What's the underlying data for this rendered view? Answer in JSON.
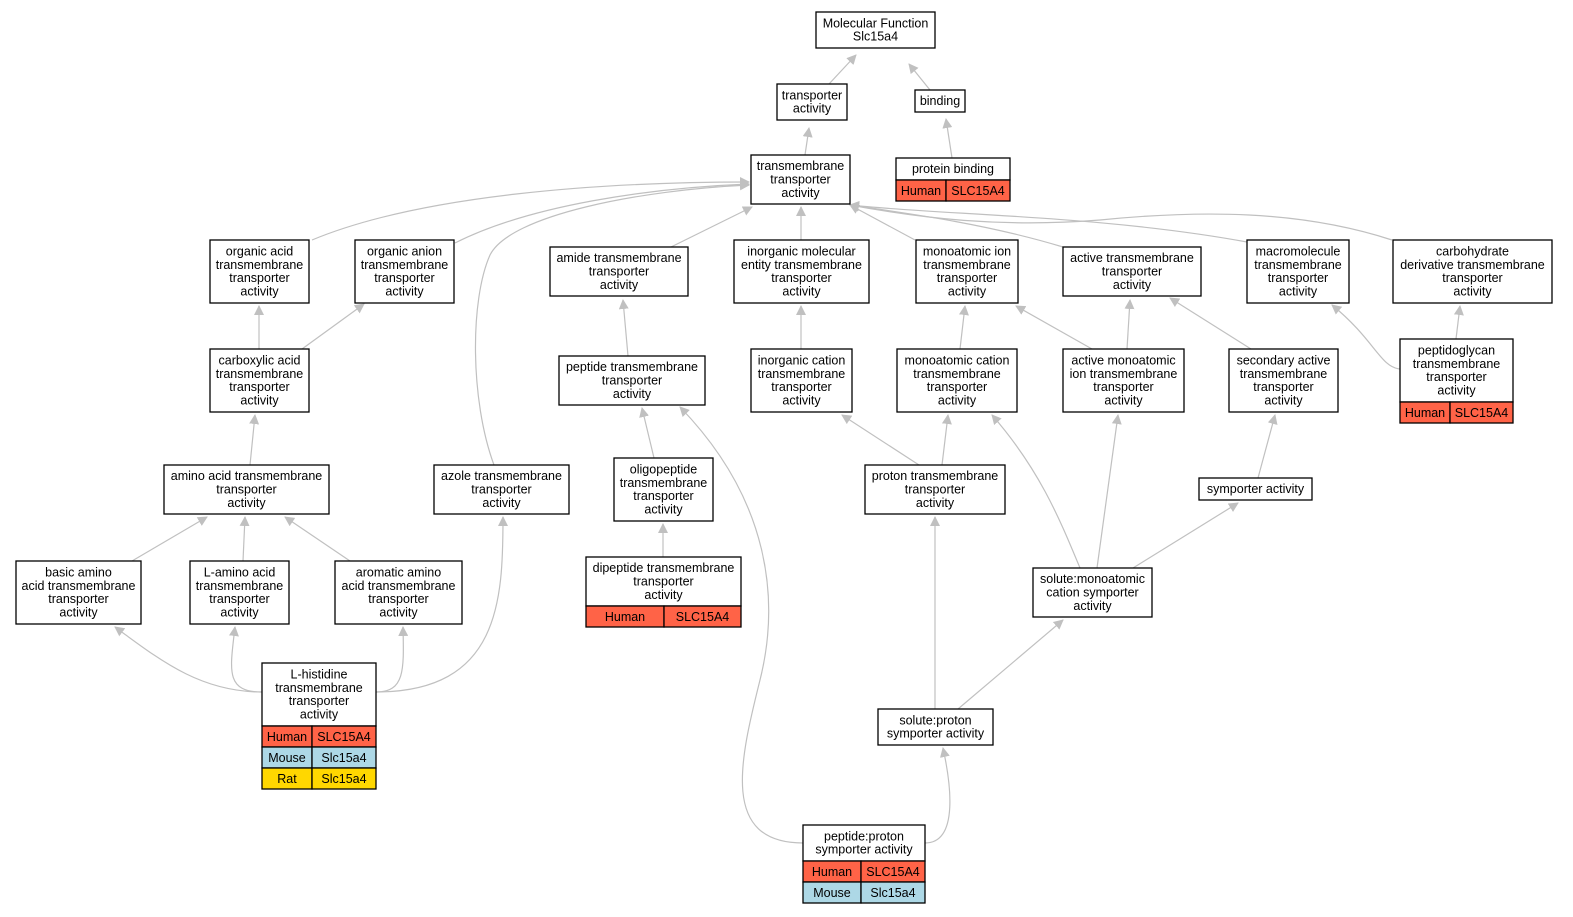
{
  "colors": {
    "edge": "#c0c0c0",
    "node_border": "#000000",
    "node_fill": "#ffffff",
    "Human": "#ff6347",
    "Mouse": "#add8e6",
    "Rat": "#ffd700"
  },
  "nodes": [
    {
      "id": "mf",
      "lines": [
        "Molecular Function",
        "Slc15a4"
      ]
    },
    {
      "id": "transporter",
      "lines": [
        "transporter",
        "activity"
      ]
    },
    {
      "id": "binding",
      "lines": [
        "binding"
      ]
    },
    {
      "id": "protbind",
      "lines": [
        "protein binding"
      ],
      "species": [
        {
          "species": "Human",
          "gene": "SLC15A4"
        }
      ]
    },
    {
      "id": "tmt",
      "lines": [
        "transmembrane",
        "transporter",
        "activity"
      ]
    },
    {
      "id": "orgacid",
      "lines": [
        "organic acid",
        "transmembrane",
        "transporter",
        "activity"
      ]
    },
    {
      "id": "organion",
      "lines": [
        "organic anion",
        "transmembrane",
        "transporter",
        "activity"
      ]
    },
    {
      "id": "amide",
      "lines": [
        "amide transmembrane",
        "transporter",
        "activity"
      ]
    },
    {
      "id": "inorgmol",
      "lines": [
        "inorganic molecular",
        "entity transmembrane",
        "transporter",
        "activity"
      ]
    },
    {
      "id": "monoion",
      "lines": [
        "monoatomic ion",
        "transmembrane",
        "transporter",
        "activity"
      ]
    },
    {
      "id": "active",
      "lines": [
        "active transmembrane",
        "transporter",
        "activity"
      ]
    },
    {
      "id": "macro",
      "lines": [
        "macromolecule",
        "transmembrane",
        "transporter",
        "activity"
      ]
    },
    {
      "id": "carbo",
      "lines": [
        "carbohydrate",
        "derivative transmembrane",
        "transporter",
        "activity"
      ]
    },
    {
      "id": "carbox",
      "lines": [
        "carboxylic acid",
        "transmembrane",
        "transporter",
        "activity"
      ]
    },
    {
      "id": "peptide",
      "lines": [
        "peptide transmembrane",
        "transporter",
        "activity"
      ]
    },
    {
      "id": "inorgcat",
      "lines": [
        "inorganic cation",
        "transmembrane",
        "transporter",
        "activity"
      ]
    },
    {
      "id": "monocat",
      "lines": [
        "monoatomic cation",
        "transmembrane",
        "transporter",
        "activity"
      ]
    },
    {
      "id": "activemono",
      "lines": [
        "active monoatomic",
        "ion transmembrane",
        "transporter",
        "activity"
      ]
    },
    {
      "id": "secactive",
      "lines": [
        "secondary active",
        "transmembrane",
        "transporter",
        "activity"
      ]
    },
    {
      "id": "peptidoglycan",
      "lines": [
        "peptidoglycan",
        "transmembrane",
        "transporter",
        "activity"
      ],
      "species": [
        {
          "species": "Human",
          "gene": "SLC15A4"
        }
      ]
    },
    {
      "id": "aminoacid",
      "lines": [
        "amino acid transmembrane",
        "transporter",
        "activity"
      ]
    },
    {
      "id": "azole",
      "lines": [
        "azole transmembrane",
        "transporter",
        "activity"
      ]
    },
    {
      "id": "oligo",
      "lines": [
        "oligopeptide",
        "transmembrane",
        "transporter",
        "activity"
      ]
    },
    {
      "id": "proton",
      "lines": [
        "proton transmembrane",
        "transporter",
        "activity"
      ]
    },
    {
      "id": "symporter",
      "lines": [
        "symporter activity"
      ]
    },
    {
      "id": "basic",
      "lines": [
        "basic amino",
        "acid transmembrane",
        "transporter",
        "activity"
      ]
    },
    {
      "id": "lamino",
      "lines": [
        "L-amino acid",
        "transmembrane",
        "transporter",
        "activity"
      ]
    },
    {
      "id": "aromatic",
      "lines": [
        "aromatic amino",
        "acid transmembrane",
        "transporter",
        "activity"
      ]
    },
    {
      "id": "dipeptide",
      "lines": [
        "dipeptide transmembrane",
        "transporter",
        "activity"
      ],
      "species": [
        {
          "species": "Human",
          "gene": "SLC15A4"
        }
      ]
    },
    {
      "id": "solmono",
      "lines": [
        "solute:monoatomic",
        "cation symporter",
        "activity"
      ]
    },
    {
      "id": "lhis",
      "lines": [
        "L-histidine",
        "transmembrane",
        "transporter",
        "activity"
      ],
      "species": [
        {
          "species": "Human",
          "gene": "SLC15A4"
        },
        {
          "species": "Mouse",
          "gene": "Slc15a4"
        },
        {
          "species": "Rat",
          "gene": "Slc15a4"
        }
      ]
    },
    {
      "id": "solproton",
      "lines": [
        "solute:proton",
        "symporter activity"
      ]
    },
    {
      "id": "pepproton",
      "lines": [
        "peptide:proton",
        "symporter activity"
      ],
      "species": [
        {
          "species": "Human",
          "gene": "SLC15A4"
        },
        {
          "species": "Mouse",
          "gene": "Slc15a4"
        }
      ]
    }
  ]
}
